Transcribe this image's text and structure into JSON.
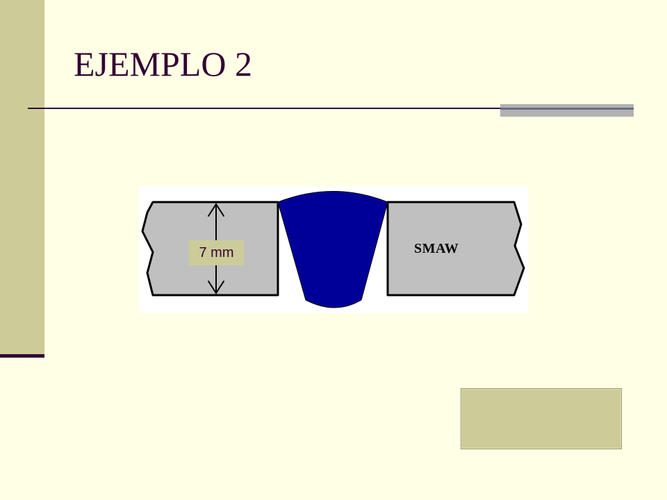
{
  "slide": {
    "title": "EJEMPLO 2"
  },
  "diagram": {
    "thickness_label": "7 mm",
    "process_label": "SMAW",
    "colors": {
      "plate": "#C0C0C0",
      "weld": "#000099",
      "outline": "#000000",
      "panel": "#FFFFFF"
    }
  },
  "theme": {
    "background": "#FFFFE5",
    "accent": "#CCCC99",
    "title_color": "#330033"
  }
}
